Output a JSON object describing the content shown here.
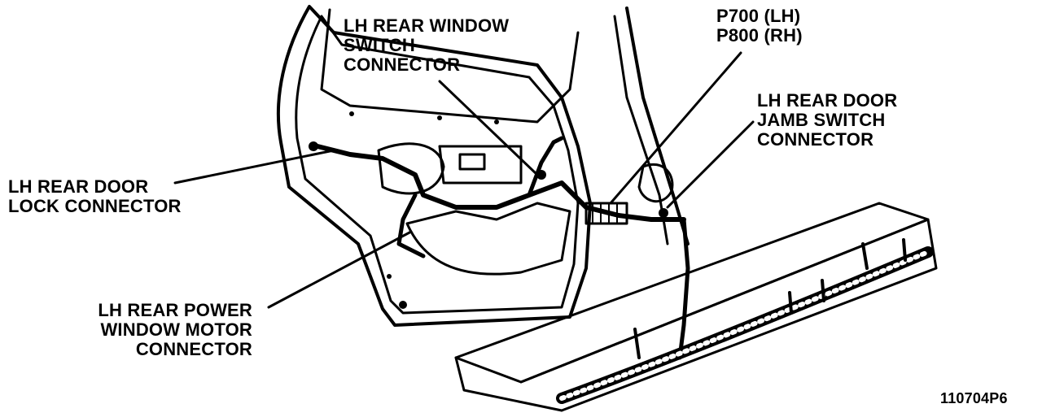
{
  "callouts": {
    "lh_rear_window_switch": [
      "LH REAR WINDOW",
      "SWITCH",
      "CONNECTOR"
    ],
    "p700_p800": [
      "P700 (LH)",
      "P800 (RH)"
    ],
    "lh_rear_door_jamb_switch": [
      "LH REAR DOOR",
      "JAMB SWITCH",
      "CONNECTOR"
    ],
    "lh_rear_door_lock": [
      "LH REAR DOOR",
      "LOCK CONNECTOR"
    ],
    "lh_rear_power_window_motor": [
      "LH REAR POWER",
      "WINDOW MOTOR",
      "CONNECTOR"
    ]
  },
  "figure_number": "110704P6",
  "colors": {
    "ink": "#000000",
    "paper": "#ffffff"
  }
}
